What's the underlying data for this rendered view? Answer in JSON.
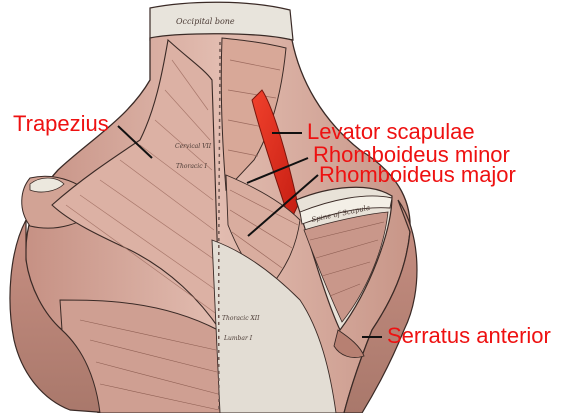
{
  "figure": {
    "skull_caption": "Occipital bone",
    "scapula_caption": "Spine of Scapula",
    "vertebra_marks": [
      "Cervical VII",
      "Thoracic I",
      "Thoracic XII",
      "Lumbar I"
    ]
  },
  "labels": [
    {
      "id": "trapezius",
      "text": "Trapezius"
    },
    {
      "id": "levator",
      "text": "Levator scapulae"
    },
    {
      "id": "rh-minor",
      "text": "Rhomboideus minor"
    },
    {
      "id": "rh-major",
      "text": "Rhomboideus major"
    },
    {
      "id": "serratus",
      "text": "Serratus anterior"
    }
  ],
  "colors": {
    "label_text": "#ee1111",
    "leader_line": "#111111",
    "highlight_muscle": "#e02a1a",
    "muscle_base": "#d4a596",
    "muscle_shadow": "#9c6a5e",
    "muscle_light": "#ebcabd",
    "bone": "#e6e4dc",
    "outline": "#3a2a26"
  }
}
